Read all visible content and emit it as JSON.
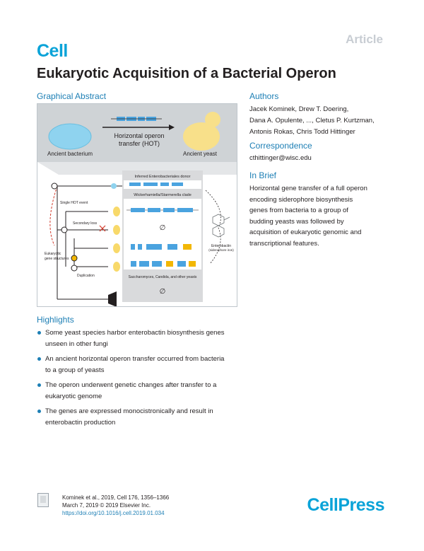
{
  "header": {
    "article_tag": "Article",
    "journal_logo": "Cell",
    "title": "Eukaryotic Acquisition of a Bacterial Operon"
  },
  "graphical_abstract": {
    "heading": "Graphical Abstract",
    "top_arrow_label_line1": "Horizontal operon",
    "top_arrow_label_line2": "transfer (HOT)",
    "left_label": "Ancient bacterium",
    "right_label": "Ancient yeast",
    "panel_labels": {
      "donor": "Inferred Enterobacteriales donor",
      "clade": "Wickerhamiella/Starmerella clade",
      "bottom": "Saccharomyces, Candida, and other yeasts"
    },
    "tree_labels": {
      "single_hot": "Single HOT event",
      "secondary_loss": "Secondary loss",
      "eukaryotic_line1": "Eukaryotic",
      "eukaryotic_line2": "gene structures",
      "duplication": "Duplication",
      "enterobactin_line1": "Enterobactin",
      "enterobactin_line2": "(siderophore iron)"
    },
    "empty_symbol": "∅",
    "colors": {
      "gene_blue": "#4aa3df",
      "gene_yellow": "#f2b705",
      "bacterium_blue": "#8fd3ef",
      "yeast_yellow": "#f8e08a",
      "panel_gray": "#d9dadc"
    }
  },
  "authors": {
    "heading": "Authors",
    "lines": [
      "Jacek Kominek, Drew T. Doering,",
      "Dana A. Opulente, ..., Cletus P. Kurtzman,",
      "Antonis Rokas, Chris Todd Hittinger"
    ]
  },
  "correspondence": {
    "heading": "Correspondence",
    "email": "cthittinger@wisc.edu"
  },
  "in_brief": {
    "heading": "In Brief",
    "lines": [
      "Horizontal gene transfer of a full operon",
      "encoding siderophore biosynthesis",
      "genes from bacteria to a group of",
      "budding yeasts was followed by",
      "acquisition of eukaryotic genomic and",
      "transcriptional features."
    ]
  },
  "highlights": {
    "heading": "Highlights",
    "items": [
      [
        "Some yeast species harbor enterobactin biosynthesis genes",
        "unseen in other fungi"
      ],
      [
        "An ancient horizontal operon transfer occurred from bacteria",
        "to a group of yeasts"
      ],
      [
        "The operon underwent genetic changes after transfer to a",
        "eukaryotic genome"
      ],
      [
        "The genes are expressed monocistronically and result in",
        "enterobactin production"
      ]
    ]
  },
  "footer": {
    "citation_line1": "Kominek et al., 2019, Cell 176, 1356–1366",
    "citation_line2": "March 7, 2019 © 2019 Elsevier Inc.",
    "doi": "https://doi.org/10.1016/j.cell.2019.01.034",
    "publisher_logo_part1": "Cell",
    "publisher_logo_part2": "Press"
  }
}
